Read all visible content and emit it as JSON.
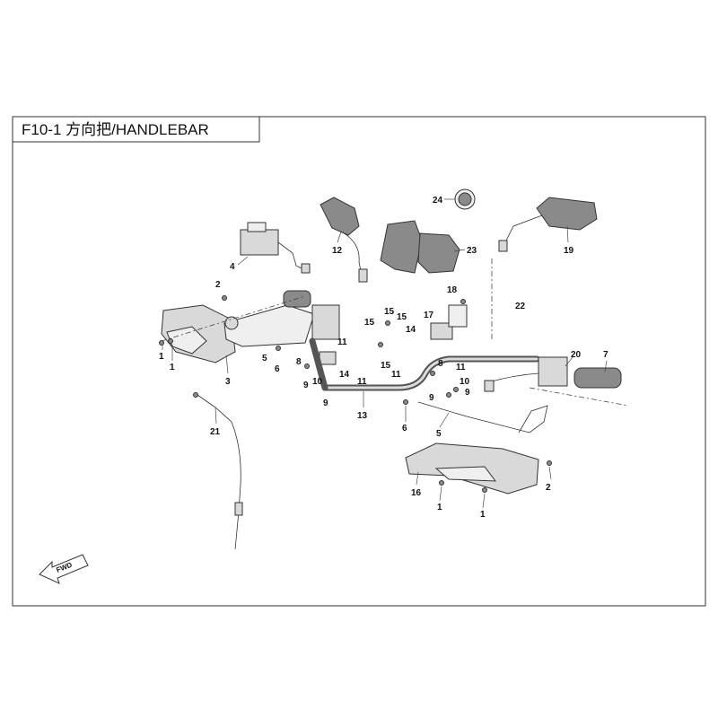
{
  "diagram": {
    "title": "F10-1 方向把/HANDLEBAR",
    "fwd_label": "FWD",
    "callouts": {
      "c24": "24",
      "c12": "12",
      "c23": "23",
      "c19": "19",
      "c4": "4",
      "c18": "18",
      "c22": "22",
      "c2a": "2",
      "c15a": "15",
      "c15b": "15",
      "c15c": "15",
      "c17": "17",
      "c11a": "11",
      "c11b": "11",
      "c11c": "11",
      "c11d": "11",
      "c14a": "14",
      "c14b": "14",
      "c1a": "1",
      "c1b": "1",
      "c3": "3",
      "c5a": "5",
      "c6a": "6",
      "c8a": "8",
      "c10a": "10",
      "c9a": "9",
      "c9b": "9",
      "c20": "20",
      "c7": "7",
      "c8b": "8",
      "c10b": "10",
      "c9c": "9",
      "c9d": "9",
      "c13": "13",
      "c6b": "6",
      "c5b": "5",
      "c21": "21",
      "c16": "16",
      "c2b": "2",
      "c1c": "1",
      "c1d": "1"
    }
  }
}
